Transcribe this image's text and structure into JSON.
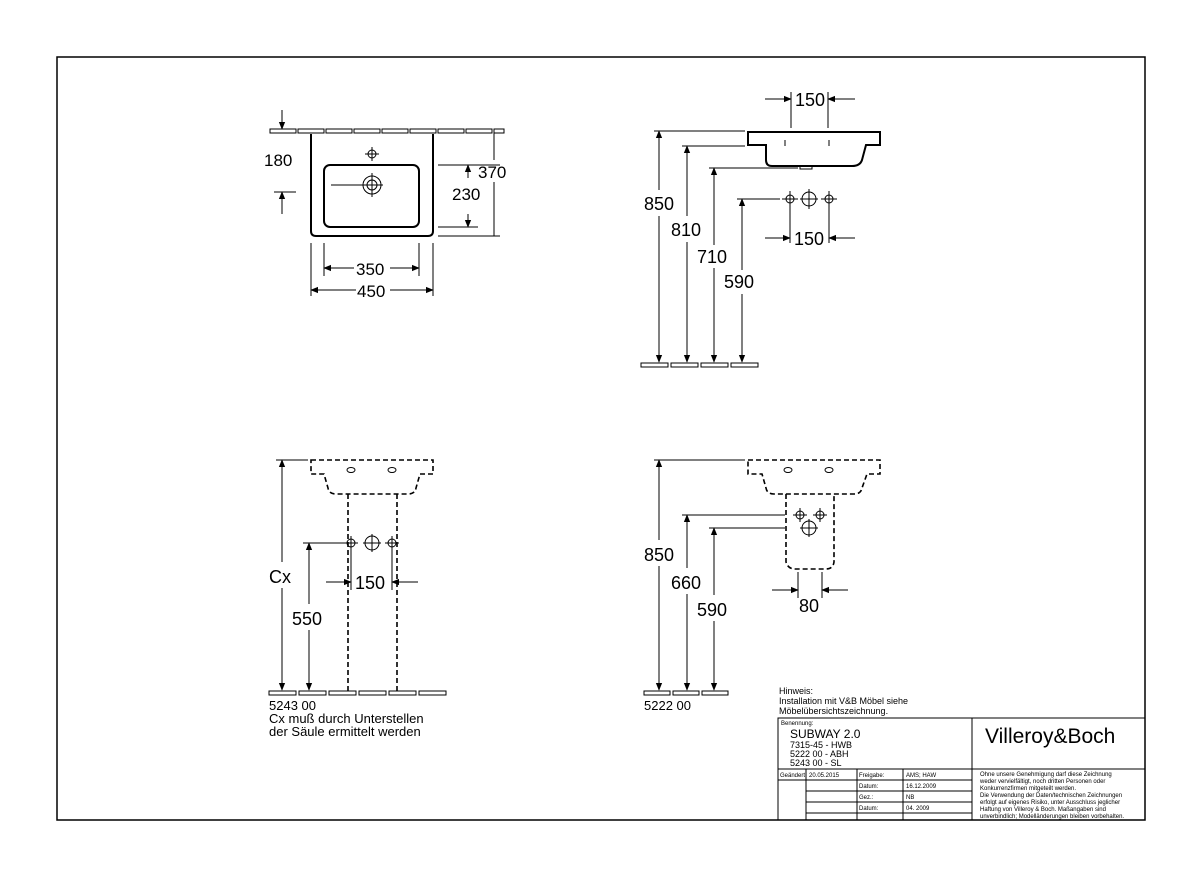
{
  "top_left_view": {
    "dims": {
      "d180": "180",
      "d370": "370",
      "d230": "230",
      "d350": "350",
      "d450": "450"
    }
  },
  "top_right_view": {
    "dims": {
      "d150_top": "150",
      "d850": "850",
      "d810": "810",
      "d710": "710",
      "d590": "590",
      "d150_bottom": "150"
    }
  },
  "bottom_left_view": {
    "dims": {
      "cx": "Cx",
      "d550": "550",
      "d150": "150"
    },
    "code": "5243 00",
    "note_line1": "Cx muß durch Unterstellen",
    "note_line2": "der Säule ermittelt werden"
  },
  "bottom_right_view": {
    "dims": {
      "d850": "850",
      "d660": "660",
      "d590": "590",
      "d80": "80"
    },
    "code": "5222 00"
  },
  "hint": {
    "line1": "Hinweis:",
    "line2": "Installation mit V&B Möbel siehe",
    "line3": "Möbelübersichtszeichnung."
  },
  "title_block": {
    "benennung_label": "Benennung:",
    "title": "SUBWAY 2.0",
    "item1": "7315-45 - HWB",
    "item2": "5222 00 - ABH",
    "item3": "5243 00 - SL",
    "brand": "Villeroy&Boch",
    "geaendert_label": "Geändert:",
    "geaendert_value": "20.05.2015",
    "freigabe_label": "Freigabe:",
    "freigabe_value": "AMS; HAW",
    "datum_label": "Datum:",
    "datum_value": "16.12.2009",
    "gez_label": "Gez.:",
    "gez_value": "NB",
    "datum2_label": "Datum:",
    "datum2_value": "04. 2009",
    "disclaimer": [
      "Ohne unsere Genehmigung darf diese Zeichnung",
      "weder vervielfältigt, noch dritten Personen oder",
      "Konkurrenzfirmen mitgeteilt werden.",
      "Die Verwendung der Daten/technischen Zeichnungen",
      "erfolgt auf eigenes Risiko, unter Ausschluss jeglicher",
      "Haftung von Villeroy & Boch. Maßangaben sind",
      "unverbindlich; Modelländerungen bleiben vorbehalten."
    ]
  }
}
